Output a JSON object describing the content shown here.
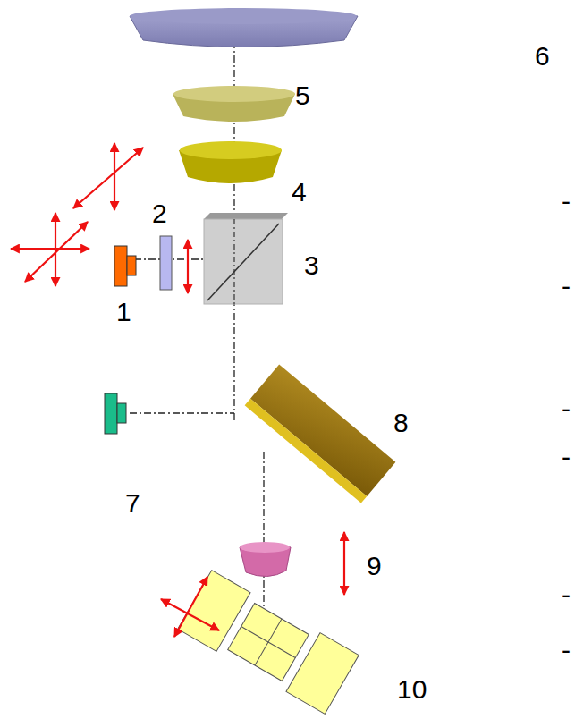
{
  "diagram": {
    "labels": [
      "6",
      "5",
      "4",
      "2",
      "3",
      "1",
      "8",
      "7",
      "9",
      "10",
      "-",
      "-",
      "-",
      "-",
      "-",
      "-"
    ]
  }
}
